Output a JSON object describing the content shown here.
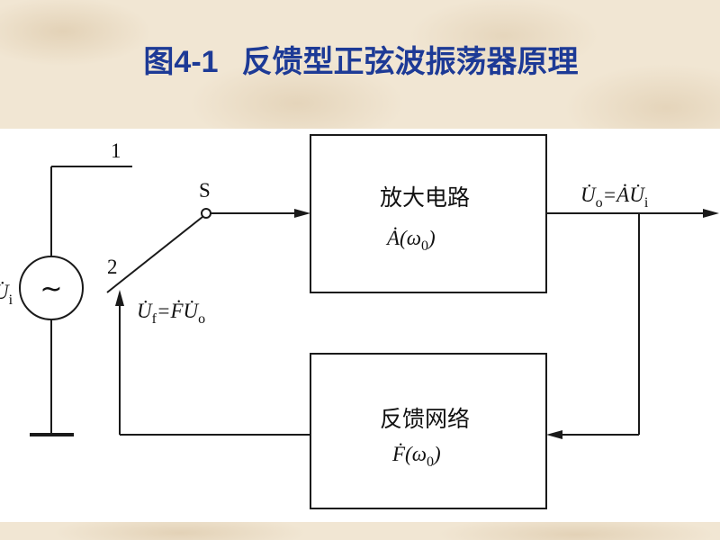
{
  "title": {
    "figure_no": "图4-1",
    "text": "反馈型正弦波振荡器原理"
  },
  "colors": {
    "title": "#1d3a96",
    "background": "#f1e6d3",
    "line": "#1a1a1a"
  },
  "source": {
    "symbol": "~",
    "label": {
      "base": "U̇",
      "sub": "i"
    }
  },
  "switch": {
    "name": "S",
    "position_1": "1",
    "position_2": "2"
  },
  "amplifier": {
    "label": "放大电路",
    "function": {
      "pre": "Ȧ(ω",
      "sub": "0",
      "post": ")"
    }
  },
  "feedback_network": {
    "label": "反馈网络",
    "function": {
      "pre": "Ḟ(ω",
      "sub": "0",
      "post": ")"
    }
  },
  "output_signal": {
    "base": "U̇",
    "sub": "o",
    "rest": "=ȦU̇",
    "rest_sub": "i"
  },
  "feedback_signal": {
    "base": "U̇",
    "sub": "f",
    "rest": "=ḞU̇",
    "rest_sub": "o"
  }
}
